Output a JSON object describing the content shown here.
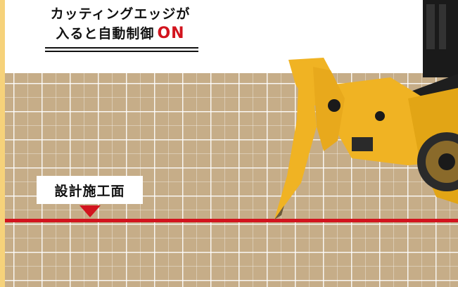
{
  "heading": {
    "line1": "カッティングエッジが",
    "line2_prefix": "入ると自動制御",
    "line2_accent": "ON"
  },
  "design_surface_label": "設計施工面",
  "colors": {
    "accent_red": "#d2141e",
    "ground": "#c6ad88",
    "machine_yellow": "#f0b323",
    "machine_black": "#1a1a1a",
    "left_strip": "#f6d27a"
  },
  "icons": {
    "pointer": "down-triangle",
    "machine": "bulldozer-ripper-illustration"
  }
}
